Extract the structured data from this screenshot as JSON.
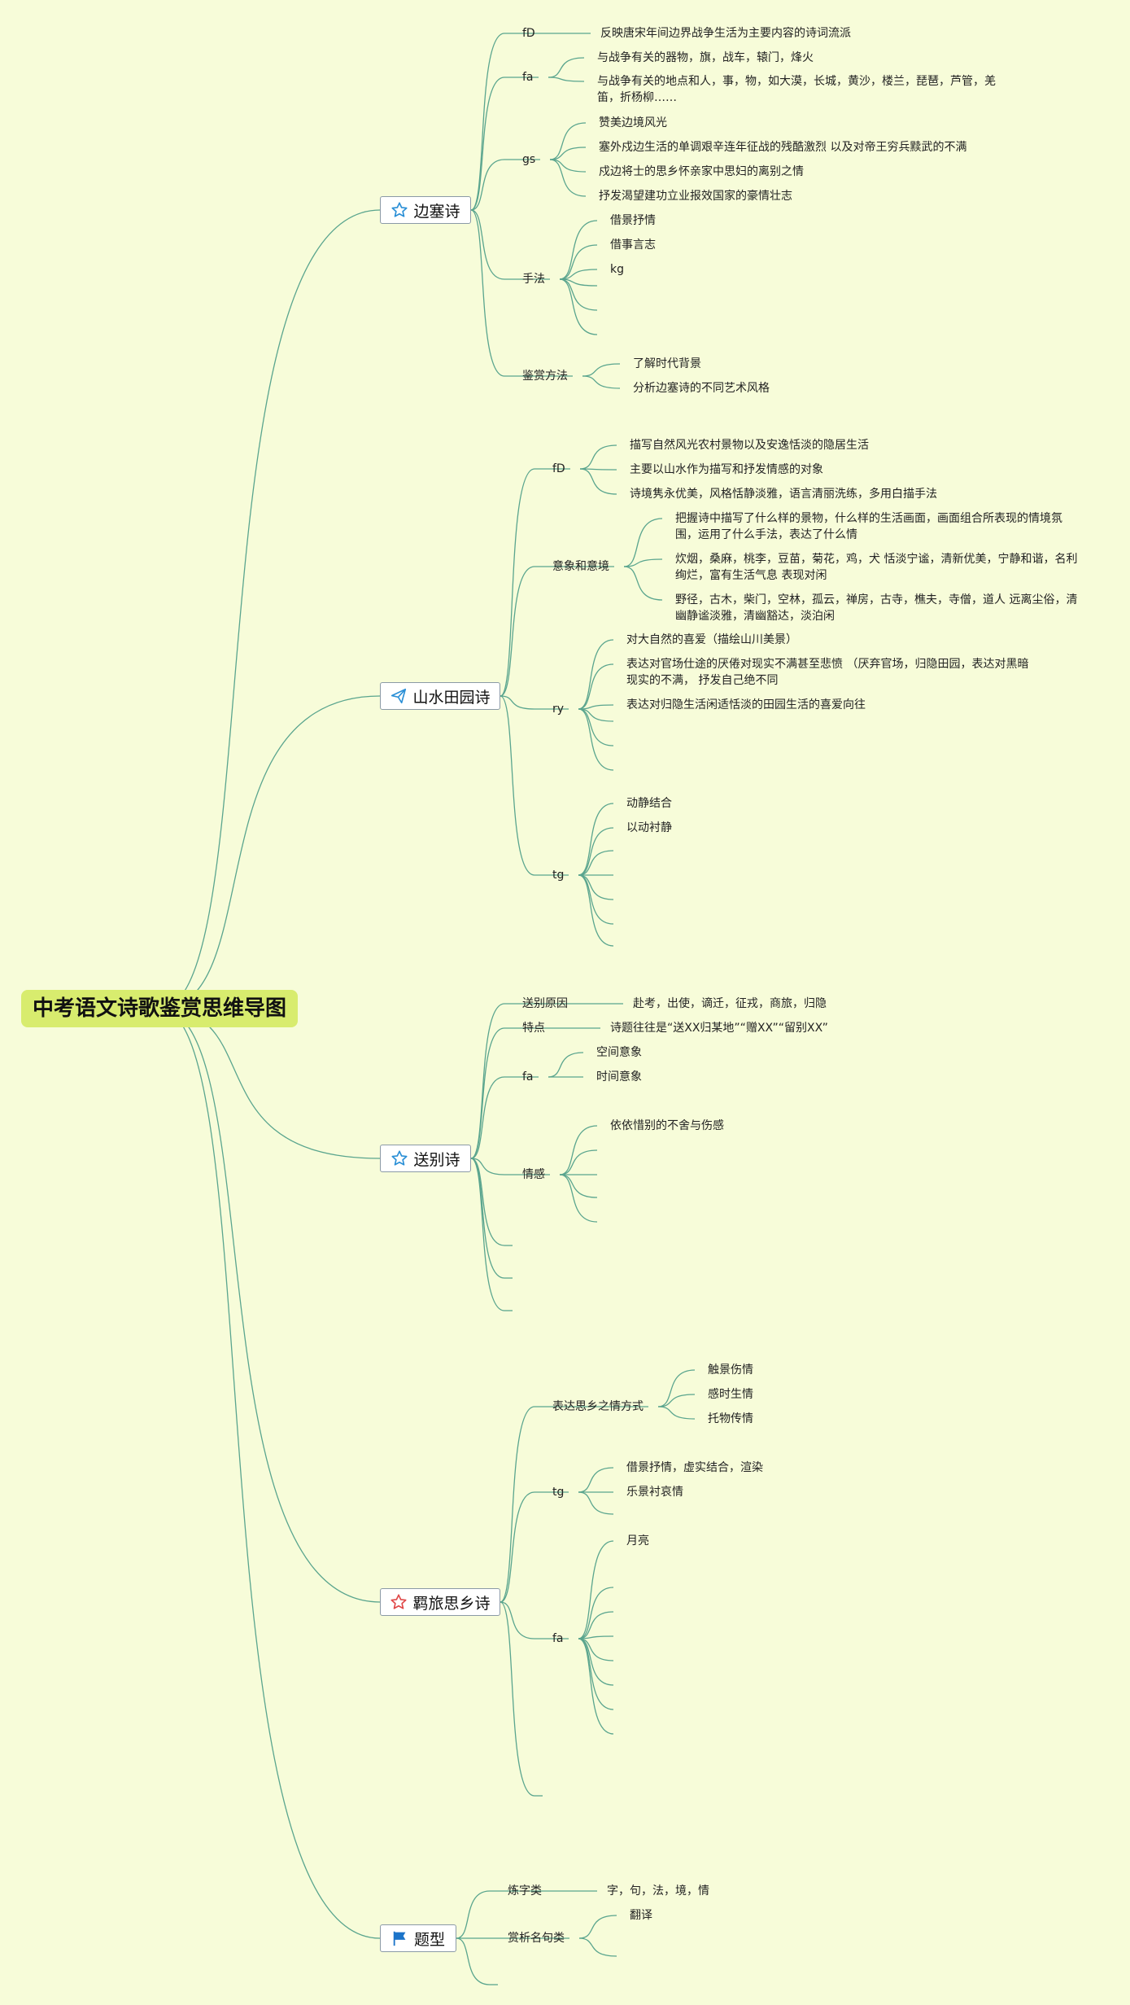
{
  "root": "中考语文诗歌鉴赏思维导图",
  "colors": {
    "background": "#f7fcd9",
    "line": "#5aa58e",
    "root_fill": "#d8ec6e",
    "node_border": "#8b9aa6"
  },
  "branches": [
    {
      "label": "边塞诗",
      "icon": "star-outline-blue-icon",
      "sections": [
        {
          "label": "fD",
          "items": [
            "反映唐宋年间边界战争生活为主要内容的诗词流派"
          ]
        },
        {
          "label": "fa",
          "items": [
            "与战争有关的器物，旗，战车，辕门，烽火",
            "与战争有关的地点和人，事，物，如大漠，长城，黄沙，楼兰，琵琶，芦管，羌笛，折杨柳……"
          ]
        },
        {
          "label": "gs",
          "items": [
            "赞美边境风光",
            "塞外戍边生活的单调艰辛连年征战的残酷激烈 以及对帝王穷兵黩武的不满",
            "戍边将士的思乡怀亲家中思妇的离别之情",
            "抒发渴望建功立业报效国家的豪情壮志"
          ]
        },
        {
          "label": "手法",
          "items": [
            "借景抒情",
            "借事言志",
            "kg"
          ]
        },
        {
          "label": "鉴赏方法",
          "items": [
            "了解时代背景",
            "分析边塞诗的不同艺术风格"
          ]
        }
      ]
    },
    {
      "label": "山水田园诗",
      "icon": "paper-plane-icon",
      "sections": [
        {
          "label": "fD",
          "items": [
            "描写自然风光农村景物以及安逸恬淡的隐居生活",
            "主要以山水作为描写和抒发情感的对象",
            "诗境隽永优美，风格恬静淡雅，语言清丽洗练，多用白描手法"
          ]
        },
        {
          "label": "意象和意境",
          "items": [
            "把握诗中描写了什么样的景物，什么样的生活画面，画面组合所表现的情境氛围，运用了什么手法，表达了什么情",
            "炊烟，桑麻，桃李，豆苗，菊花，鸡，犬 恬淡宁谧，清新优美，宁静和谐，名利绚烂，富有生活气息 表现对闲",
            "野径，古木，柴门，空林，孤云，禅房，古寺，樵夫，寺僧，道人 远离尘俗，清幽静谧淡雅，清幽豁达，淡泊闲"
          ]
        },
        {
          "label": "ry",
          "items": [
            "对大自然的喜爱（描绘山川美景）",
            "表达对官场仕途的厌倦对现实不满甚至悲愤 （厌弃官场，归隐田园，表达对黑暗现实的不满， 抒发自己绝不同",
            "表达对归隐生活闲适恬淡的田园生活的喜爱向往"
          ]
        },
        {
          "label": "tg",
          "items": [
            "动静结合",
            "以动衬静"
          ]
        }
      ]
    },
    {
      "label": "送别诗",
      "icon": "star-outline-blue-icon",
      "sections": [
        {
          "label": "送别原因",
          "items": [
            "赴考，出使，谪迁，征戎，商旅，归隐"
          ]
        },
        {
          "label": "特点",
          "items": [
            "诗题往往是“送XX归某地”“赠XX”“留别XX”"
          ]
        },
        {
          "label": "fa",
          "items": [
            "空间意象",
            "时间意象"
          ]
        },
        {
          "label": "情感",
          "items": [
            "依依惜别的不舍与伤感"
          ]
        }
      ]
    },
    {
      "label": "羁旅思乡诗",
      "icon": "star-outline-red-icon",
      "sections": [
        {
          "label": "表达思乡之情方式",
          "items": [
            "触景伤情",
            "感时生情",
            "托物传情"
          ]
        },
        {
          "label": "tg",
          "items": [
            "借景抒情，虚实结合，渲染",
            "乐景衬哀情"
          ]
        },
        {
          "label": "fa",
          "items": [
            "月亮"
          ]
        }
      ]
    },
    {
      "label": "题型",
      "icon": "flag-icon",
      "sections": [
        {
          "label": "炼字类",
          "items": [
            "字，句，法，境，情"
          ]
        },
        {
          "label": "赏析名句类",
          "items": [
            "翻译"
          ]
        }
      ]
    }
  ]
}
